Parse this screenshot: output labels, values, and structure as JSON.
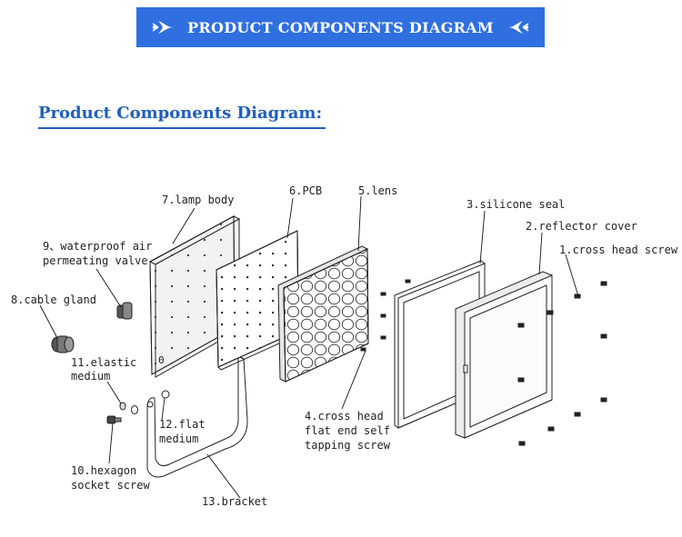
{
  "banner": {
    "title": "PRODUCT COMPONENTS DIAGRAM",
    "color": "#2f6fe0"
  },
  "section": {
    "title": "Product Components Diagram:",
    "color": "#1f5fbf"
  },
  "labels": {
    "c1": "1.cross head screw",
    "c2": "2.reflector cover",
    "c3": "3.silicone seal",
    "c4_l1": "4.cross head",
    "c4_l2": "flat end self",
    "c4_l3": "tapping screw",
    "c5": "5.lens",
    "c6": "6.PCB",
    "c7": "7.lamp body",
    "c8": "8.cable gland",
    "c9_l1": "9、waterproof air",
    "c9_l2": "permeating valve",
    "c10_l1": "10.hexagon",
    "c10_l2": "socket screw",
    "c11_l1": "11.elastic",
    "c11_l2": "medium",
    "c12_l1": "12.flat",
    "c12_l2": "medium",
    "c13": "13.bracket",
    "body_mark": "0"
  },
  "icons": [
    "ornament-left-icon",
    "ornament-right-icon"
  ]
}
